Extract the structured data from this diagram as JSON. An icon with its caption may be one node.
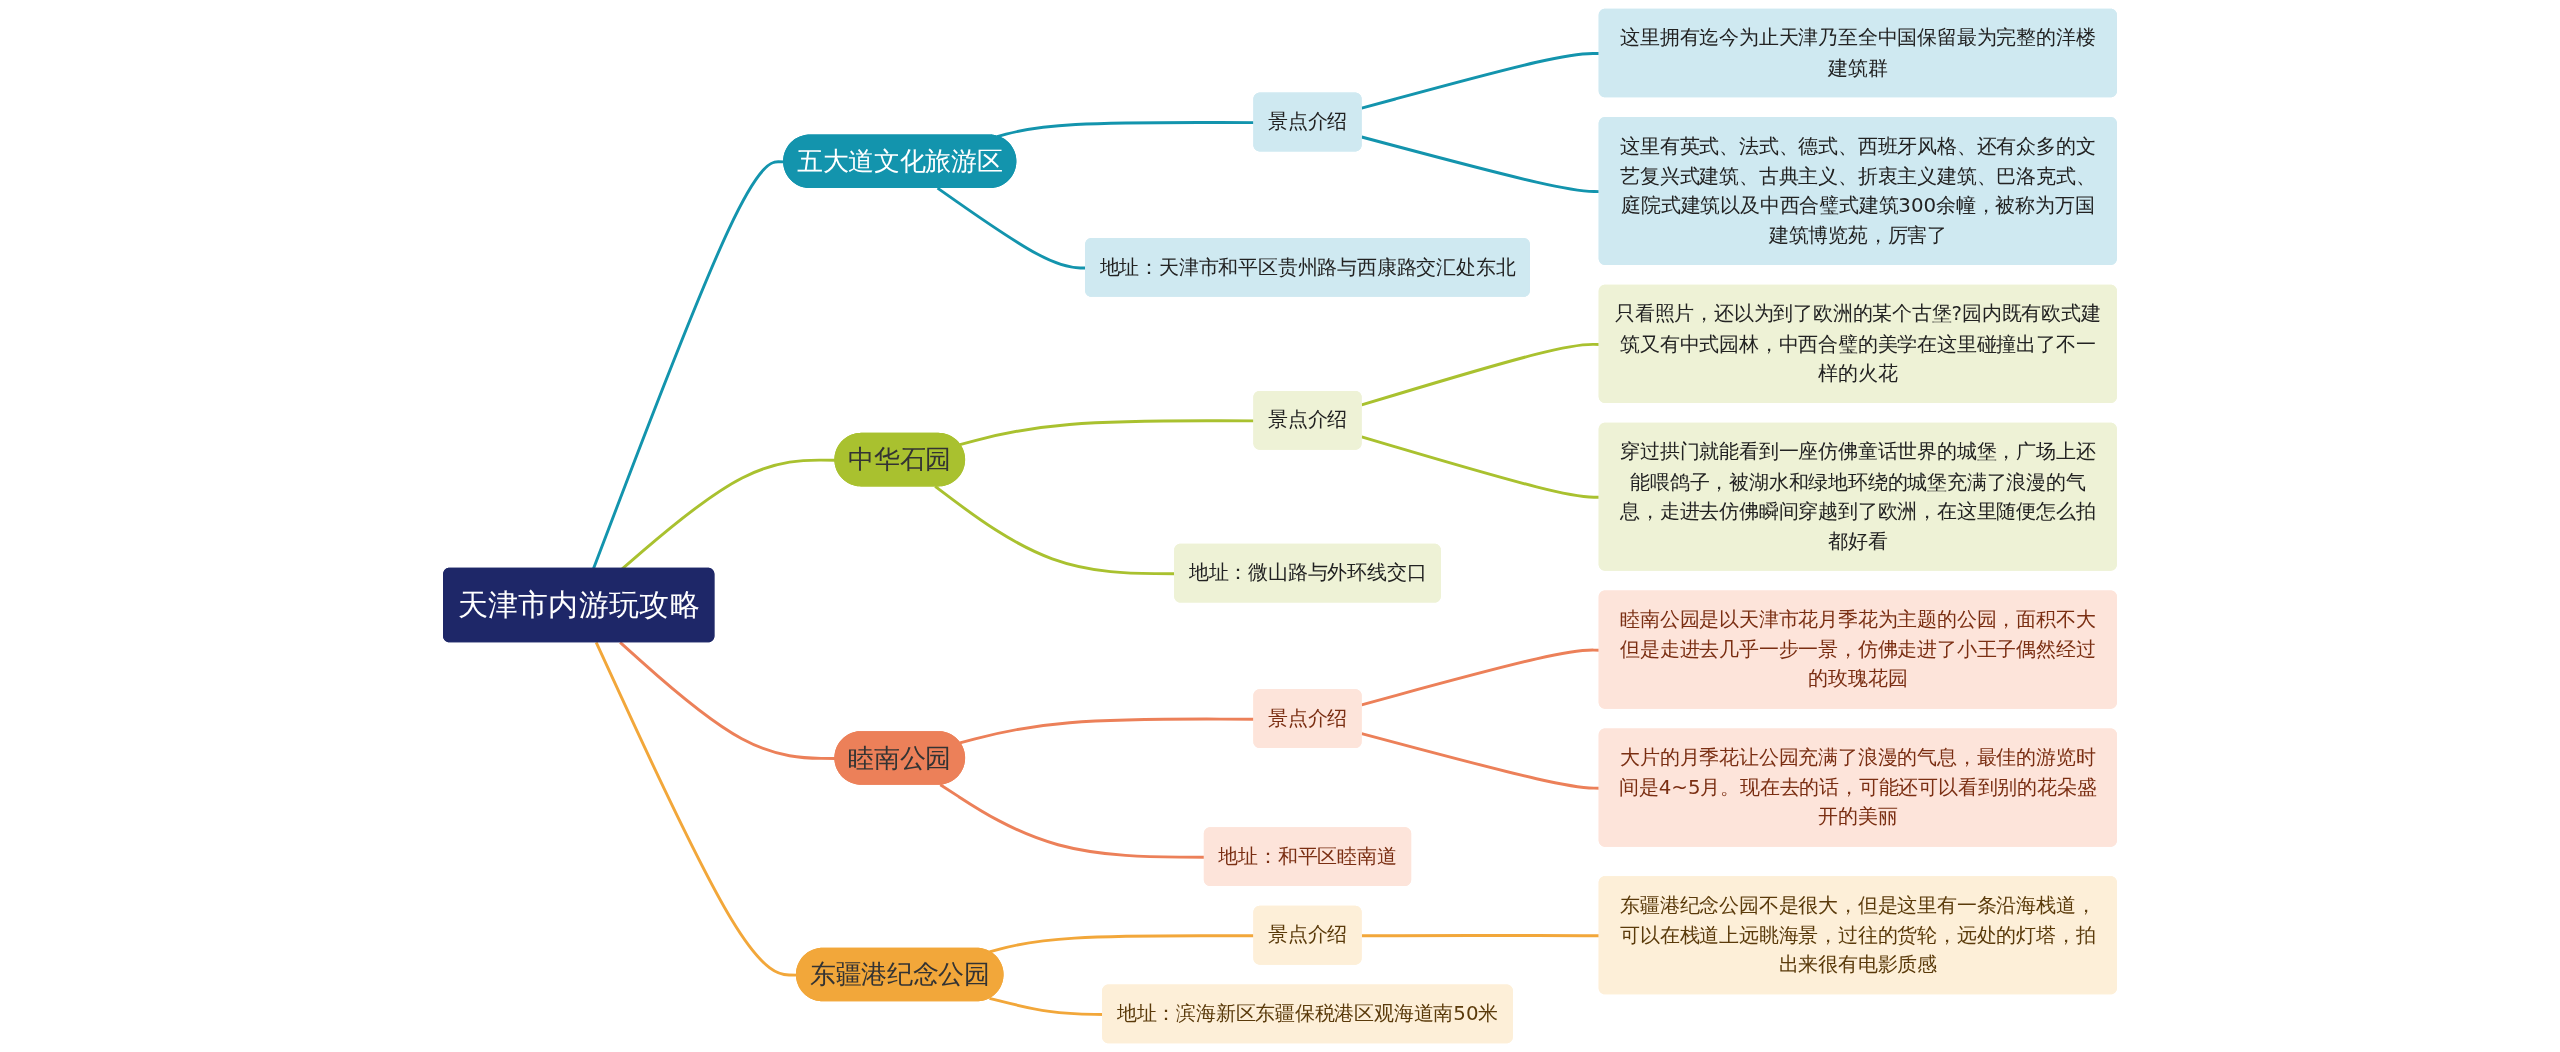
{
  "diagram": {
    "nodes": [
      {
        "text": [
          "天津市内游玩攻略"
        ]
      },
      {
        "text": [
          "五大道文化旅游区"
        ]
      },
      {
        "text": [
          "景点介绍"
        ]
      },
      {
        "text": [
          "这里拥有迄今为止天津乃至全中国保留最为完整的洋楼建筑群"
        ]
      },
      {
        "text": [
          "这里有英式、法式、德式、西班牙风格、还有众多的文艺复兴式建筑、古典主义、折衷主义建筑、巴洛克式、庭院式建筑以及中西合璧式建筑300余幢，被称为万国建筑博览苑，厉害了"
        ]
      },
      {
        "text": [
          "地址：天津市和平区贵州路与西康路交汇处东北"
        ]
      },
      {
        "text": [
          "中华石园"
        ]
      },
      {
        "text": [
          "景点介绍"
        ]
      },
      {
        "text": [
          "只看照片，还以为到了欧洲的某个古堡?园内既有欧式建筑又有中式园林，中西合璧的美学在这里碰撞出了不一样的火花"
        ]
      },
      {
        "text": [
          "穿过拱门就能看到一座仿佛童话世界的城堡，广场上还能喂鸽子，被湖水和绿地环绕的城堡充满了浪漫的气息，走进去仿佛瞬间穿越到了欧洲，在这里随便怎么拍都好看"
        ]
      },
      {
        "text": [
          "地址：微山路与外环线交口"
        ]
      },
      {
        "text": [
          "睦南公园"
        ]
      },
      {
        "text": [
          "景点介绍"
        ]
      },
      {
        "text": [
          "睦南公园是以天津市花月季花为主题的公园，面积不大但是走进去几乎一步一景，仿佛走进了小王子偶然经过的玫瑰花园"
        ]
      },
      {
        "text": [
          "大片的月季花让公园充满了浪漫的气息，最佳的游览时间是4~5月。现在去的话，可能还可以看到别的花朵盛开的美丽"
        ]
      },
      {
        "text": [
          "地址：和平区睦南道"
        ]
      },
      {
        "text": [
          "东疆港纪念公园"
        ]
      },
      {
        "text": [
          "景点介绍"
        ]
      },
      {
        "text": [
          "东疆港纪念公园不是很大，但是这里有一条沿海栈道，可以在栈道上远眺海景，过往的货轮，远处的灯塔，拍出来很有电影质感"
        ]
      },
      {
        "text": [
          "地址：滨海新区东疆保税港区观海道南50米"
        ]
      }
    ],
    "edges": [
      {
        "from": 0,
        "to": 1,
        "arrow": "none",
        "color": "#1394ad"
      },
      {
        "from": 1,
        "to": 2,
        "arrow": "none",
        "color": "#1394ad"
      },
      {
        "from": 2,
        "to": 3,
        "arrow": "none",
        "color": "#1394ad"
      },
      {
        "from": 2,
        "to": 4,
        "arrow": "none",
        "color": "#1394ad"
      },
      {
        "from": 1,
        "to": 5,
        "arrow": "none",
        "color": "#1394ad"
      },
      {
        "from": 0,
        "to": 6,
        "arrow": "none",
        "color": "#a9c12f"
      },
      {
        "from": 6,
        "to": 7,
        "arrow": "none",
        "color": "#a9c12f"
      },
      {
        "from": 7,
        "to": 8,
        "arrow": "none",
        "color": "#a9c12f"
      },
      {
        "from": 7,
        "to": 9,
        "arrow": "none",
        "color": "#a9c12f"
      },
      {
        "from": 6,
        "to": 10,
        "arrow": "none",
        "color": "#a9c12f"
      },
      {
        "from": 0,
        "to": 11,
        "arrow": "none",
        "color": "#ec8059"
      },
      {
        "from": 11,
        "to": 12,
        "arrow": "none",
        "color": "#ec8059"
      },
      {
        "from": 12,
        "to": 13,
        "arrow": "none",
        "color": "#ec8059"
      },
      {
        "from": 12,
        "to": 14,
        "arrow": "none",
        "color": "#ec8059"
      },
      {
        "from": 11,
        "to": 15,
        "arrow": "none",
        "color": "#ec8059"
      },
      {
        "from": 0,
        "to": 16,
        "arrow": "none",
        "color": "#f2a73a"
      },
      {
        "from": 16,
        "to": 17,
        "arrow": "none",
        "color": "#f2a73a"
      },
      {
        "from": 17,
        "to": 18,
        "arrow": "none",
        "color": "#f2a73a"
      },
      {
        "from": 16,
        "to": 19,
        "arrow": "none",
        "color": "#f2a73a"
      }
    ]
  }
}
